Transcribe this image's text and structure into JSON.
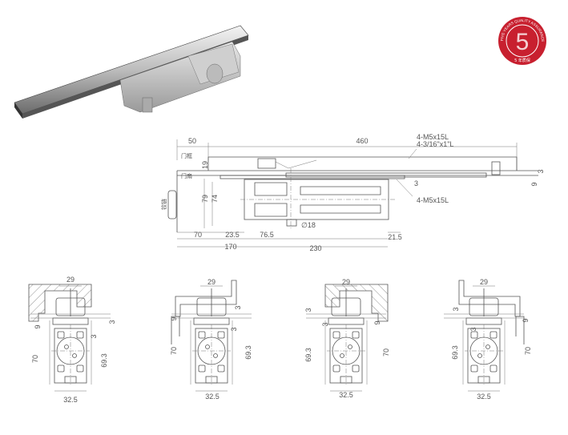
{
  "badge": {
    "number": "5",
    "ring_text": "FIVE YEARS QUALITY ASSURANCE",
    "bottom_text": "5 年质保",
    "color": "#c8202f"
  },
  "top_view": {
    "labels": {
      "frame": "门框",
      "leaf": "门扇",
      "hinge": "铰链"
    },
    "dims": {
      "d50": "50",
      "d460": "460",
      "screw_top_1": "4-M5x15L",
      "screw_top_2": "4-3/16\"x1\"L",
      "d19": "19",
      "d79": "79",
      "d74": "74",
      "d3_mid": "3",
      "screw_side": "4-M5x15L",
      "d3_right": "3",
      "d9_right": "9",
      "dia18": "∅18",
      "d70": "70",
      "d23_5": "23.5",
      "d76_5": "76.5",
      "d21_5": "21.5",
      "d170": "170",
      "d230": "230"
    }
  },
  "section_views": [
    {
      "w29": "29",
      "w32_5": "32.5",
      "h70": "70",
      "h69_3": "69.3",
      "d9": "9",
      "d3a": "3",
      "d3b": "3"
    },
    {
      "w29": "29",
      "w32_5": "32.5",
      "h70": "70",
      "h69_3": "69.3",
      "d9": "9",
      "d3a": "3",
      "d3b": "3"
    },
    {
      "w29": "29",
      "w32_5": "32.5",
      "h70": "70",
      "h69_3": "69.3",
      "d9": "9",
      "d3a": "3",
      "d3b": "3"
    },
    {
      "w29": "29",
      "w32_5": "32.5",
      "h70": "70",
      "h69_3": "69.3",
      "d9": "9",
      "d3a": "3",
      "d3b": "3"
    }
  ]
}
